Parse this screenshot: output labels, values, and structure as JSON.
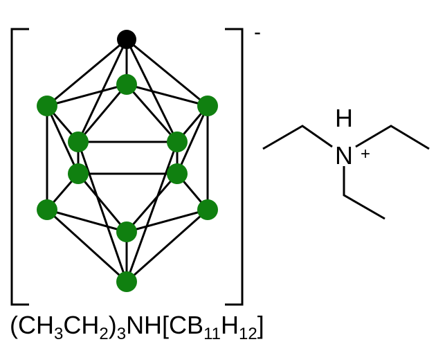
{
  "colors": {
    "boron_atom": "#108010",
    "carbon_atom": "#000000",
    "bond": "#000000",
    "background": "#ffffff"
  },
  "anion": {
    "charge_label": "-",
    "atoms": [
      {
        "id": "C1",
        "element": "C"
      },
      {
        "id": "B2",
        "element": "B"
      },
      {
        "id": "B3",
        "element": "B"
      },
      {
        "id": "B4",
        "element": "B"
      },
      {
        "id": "B5",
        "element": "B"
      },
      {
        "id": "B6",
        "element": "B"
      },
      {
        "id": "B7",
        "element": "B"
      },
      {
        "id": "B8",
        "element": "B"
      },
      {
        "id": "B9",
        "element": "B"
      },
      {
        "id": "B10",
        "element": "B"
      },
      {
        "id": "B11",
        "element": "B"
      },
      {
        "id": "B12",
        "element": "B"
      }
    ]
  },
  "cation": {
    "h_label": "H",
    "n_label": "N",
    "charge_label": "+"
  },
  "formula": {
    "p1": "(CH",
    "s1": "3",
    "p2": "CH",
    "s2": "2",
    "p3": ")",
    "s3": "3",
    "p4": "NH[CB",
    "s4": "11",
    "p5": "H",
    "s5": "12",
    "p6": "]"
  }
}
